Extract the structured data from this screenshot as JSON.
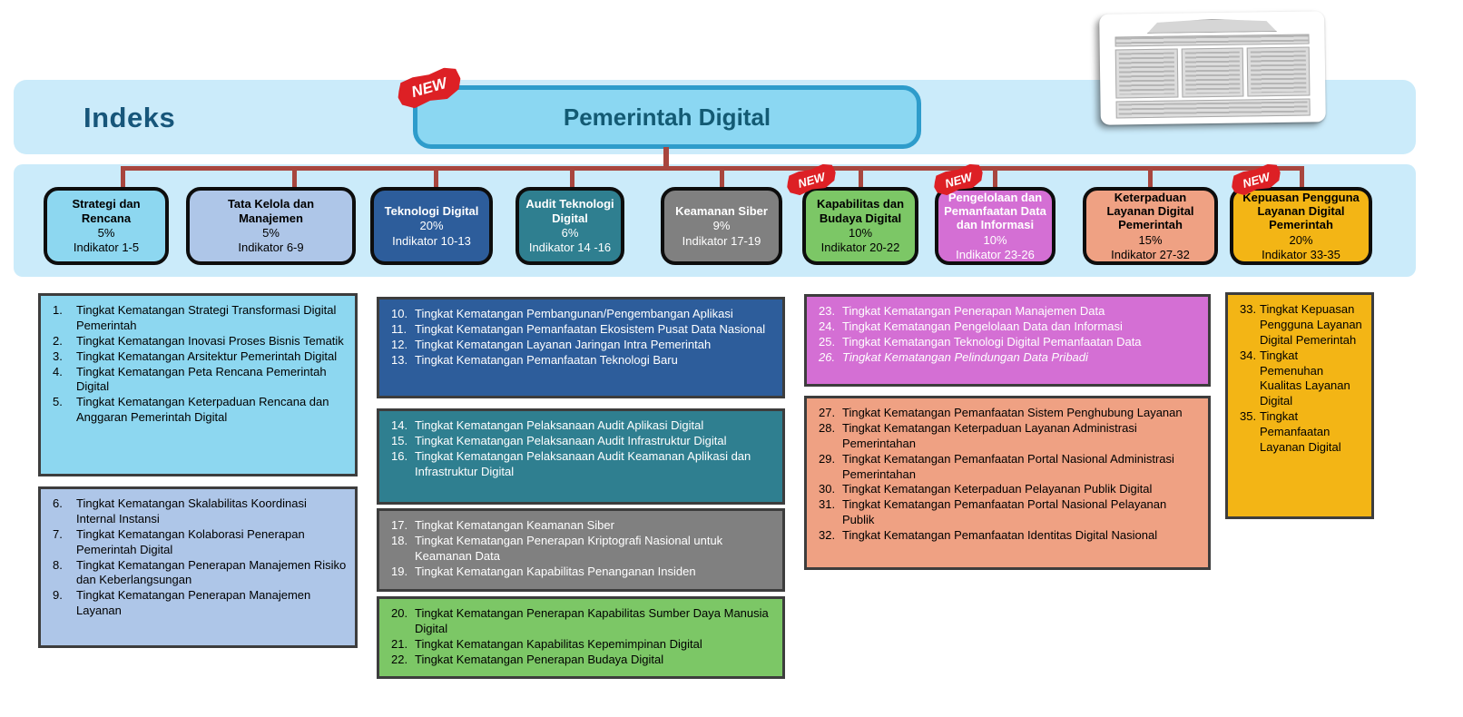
{
  "header": {
    "index_label": "Indeks",
    "root_title": "Pemerintah Digital"
  },
  "badges": {
    "new_label": "NEW"
  },
  "colors": {
    "band_blue": "#CBEBFA",
    "root_fill": "#8BD7F2",
    "root_border": "#2E9CCB",
    "connector_red": "#A8463E",
    "badge_red": "#DD2025"
  },
  "categories": [
    {
      "title": "Strategi dan Rencana",
      "pct": "5%",
      "range": "Indikator 1-5",
      "color": "#8DD7F0",
      "text_color": "#000000",
      "new": false
    },
    {
      "title": "Tata Kelola dan Manajemen",
      "pct": "5%",
      "range": "Indikator 6-9",
      "color": "#AEC6E8",
      "text_color": "#000000",
      "new": false
    },
    {
      "title": "Teknologi Digital",
      "pct": "20%",
      "range": "Indikator 10-13",
      "color": "#2D5D9B",
      "text_color": "#FFFFFF",
      "new": false
    },
    {
      "title": "Audit Teknologi Digital",
      "pct": "6%",
      "range": "Indikator 14 -16",
      "color": "#2F7F90",
      "text_color": "#FFFFFF",
      "new": false
    },
    {
      "title": "Keamanan Siber",
      "pct": "9%",
      "range": "Indikator 17-19",
      "color": "#808080",
      "text_color": "#FFFFFF",
      "new": false
    },
    {
      "title": "Kapabilitas dan Budaya Digital",
      "pct": "10%",
      "range": "Indikator 20-22",
      "color": "#7CC766",
      "text_color": "#000000",
      "new": true
    },
    {
      "title": "Pengelolaan dan Pemanfaatan Data dan Informasi",
      "pct": "10%",
      "range": "Indikator 23-26",
      "color": "#D46FD4",
      "text_color": "#FFFFFF",
      "new": true
    },
    {
      "title": "Keterpaduan Layanan Digital Pemerintah",
      "pct": "15%",
      "range": "Indikator 27-32",
      "color": "#EFA183",
      "text_color": "#000000",
      "new": false
    },
    {
      "title": "Kepuasan Pengguna Layanan Digital Pemerintah",
      "pct": "20%",
      "range": "Indikator 33-35",
      "color": "#F3B515",
      "text_color": "#000000",
      "new": true
    }
  ],
  "indicator_lists": [
    {
      "color": "#8DD7F0",
      "text_color": "#000000",
      "items": [
        {
          "num": "1",
          "text": "Tingkat Kematangan Strategi Transformasi Digital Pemerintah"
        },
        {
          "num": "2",
          "text": "Tingkat Kematangan Inovasi Proses Bisnis Tematik"
        },
        {
          "num": "3",
          "text": "Tingkat Kematangan Arsitektur Pemerintah Digital"
        },
        {
          "num": "4",
          "text": "Tingkat Kematangan Peta Rencana Pemerintah Digital"
        },
        {
          "num": "5",
          "text": "Tingkat Kematangan Keterpaduan Rencana dan Anggaran Pemerintah Digital"
        }
      ]
    },
    {
      "color": "#AEC6E8",
      "text_color": "#000000",
      "items": [
        {
          "num": "6",
          "text": "Tingkat Kematangan Skalabilitas Koordinasi Internal Instansi"
        },
        {
          "num": "7",
          "text": "Tingkat Kematangan Kolaborasi Penerapan Pemerintah Digital"
        },
        {
          "num": "8",
          "text": "Tingkat Kematangan Penerapan Manajemen Risiko dan Keberlangsungan"
        },
        {
          "num": "9",
          "text": "Tingkat Kematangan Penerapan Manajemen Layanan"
        }
      ]
    },
    {
      "color": "#2D5D9B",
      "text_color": "#FFFFFF",
      "items": [
        {
          "num": "10",
          "text": "Tingkat Kematangan Pembangunan/Pengembangan Aplikasi"
        },
        {
          "num": "11",
          "text": "Tingkat Kematangan Pemanfaatan Ekosistem Pusat Data Nasional"
        },
        {
          "num": "12",
          "text": "Tingkat Kematangan Layanan Jaringan Intra Pemerintah"
        },
        {
          "num": "13",
          "text": "Tingkat Kematangan Pemanfaatan Teknologi Baru"
        }
      ]
    },
    {
      "color": "#2F7F90",
      "text_color": "#FFFFFF",
      "items": [
        {
          "num": "14",
          "text": "Tingkat Kematangan Pelaksanaan Audit Aplikasi Digital"
        },
        {
          "num": "15",
          "text": "Tingkat Kematangan Pelaksanaan Audit Infrastruktur Digital"
        },
        {
          "num": "16",
          "text": "Tingkat Kematangan Pelaksanaan Audit Keamanan Aplikasi dan Infrastruktur Digital"
        }
      ]
    },
    {
      "color": "#808080",
      "text_color": "#FFFFFF",
      "items": [
        {
          "num": "17",
          "text": "Tingkat Kematangan Keamanan Siber"
        },
        {
          "num": "18",
          "text": "Tingkat Kematangan Penerapan Kriptografi Nasional untuk Keamanan Data"
        },
        {
          "num": "19",
          "text": "Tingkat Kematangan Kapabilitas Penanganan Insiden"
        }
      ]
    },
    {
      "color": "#7CC766",
      "text_color": "#000000",
      "items": [
        {
          "num": "20",
          "text": "Tingkat Kematangan Penerapan Kapabilitas Sumber Daya Manusia Digital"
        },
        {
          "num": "21",
          "text": "Tingkat Kematangan Kapabilitas Kepemimpinan Digital"
        },
        {
          "num": "22",
          "text": "Tingkat Kematangan Penerapan Budaya Digital"
        }
      ]
    },
    {
      "color": "#D46FD4",
      "text_color": "#FFFFFF",
      "items": [
        {
          "num": "23",
          "text": "Tingkat Kematangan Penerapan Manajemen Data"
        },
        {
          "num": "24",
          "text": "Tingkat Kematangan Pengelolaan Data dan Informasi"
        },
        {
          "num": "25",
          "text": "Tingkat Kematangan Teknologi Digital Pemanfaatan Data"
        },
        {
          "num": "26",
          "text": "Tingkat Kematangan Pelindungan Data Pribadi",
          "italic": true
        }
      ]
    },
    {
      "color": "#EFA183",
      "text_color": "#000000",
      "items": [
        {
          "num": "27",
          "text": "Tingkat Kematangan Pemanfaatan Sistem Penghubung Layanan"
        },
        {
          "num": "28",
          "text": "Tingkat Kematangan Keterpaduan Layanan Administrasi Pemerintahan"
        },
        {
          "num": "29",
          "text": "Tingkat Kematangan Pemanfaatan Portal Nasional Administrasi Pemerintahan"
        },
        {
          "num": "30",
          "text": "Tingkat Kematangan Keterpaduan Pelayanan Publik Digital"
        },
        {
          "num": "31",
          "text": "Tingkat Kematangan Pemanfaatan Portal Nasional Pelayanan Publik"
        },
        {
          "num": "32",
          "text": "Tingkat Kematangan Pemanfaatan Identitas Digital Nasional"
        }
      ]
    },
    {
      "color": "#F3B515",
      "text_color": "#000000",
      "items": [
        {
          "num": "33",
          "text": "Tingkat Kepuasan Pengguna Layanan Digital Pemerintah"
        },
        {
          "num": "34",
          "text": "Tingkat Pemenuhan Kualitas Layanan Digital"
        },
        {
          "num": "35",
          "text": "Tingkat Pemanfaatan Layanan Digital"
        }
      ]
    }
  ]
}
